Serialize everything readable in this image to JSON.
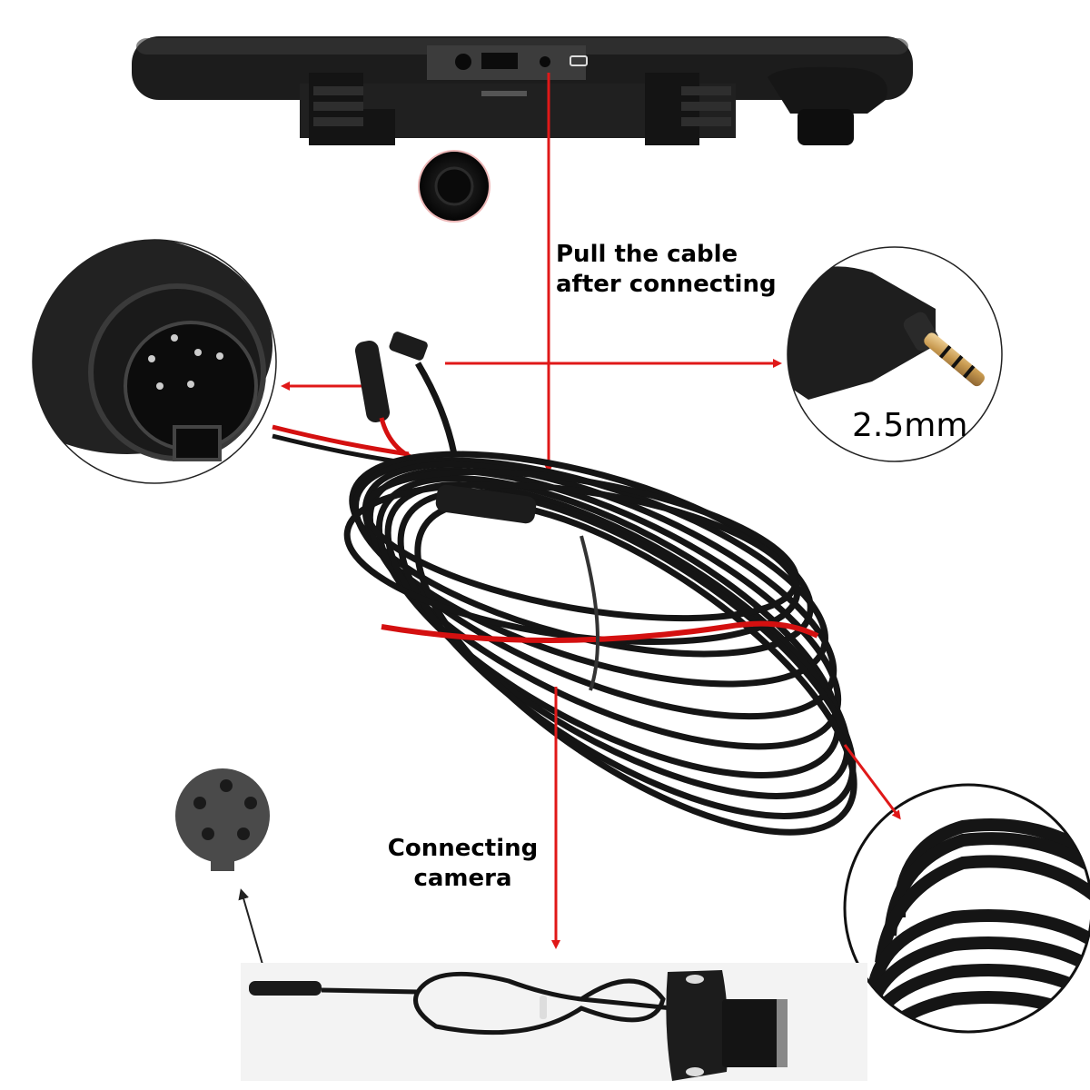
{
  "annotations": {
    "pull_cable_line1": "Pull the cable",
    "pull_cable_line2": "after connecting",
    "connecting_camera_line1": "Connecting",
    "connecting_camera_line2": "camera",
    "jack_size": "2.5mm"
  },
  "colors": {
    "arrow": "#e01818",
    "cable": "#151515",
    "red_wire": "#d41010",
    "gold_plug": "#c89a50",
    "circle_outline": "#222222",
    "background": "#ffffff"
  },
  "components": [
    {
      "name": "rear-view-mirror-dvr",
      "description": "mirror DVR bottom view with ports"
    },
    {
      "name": "camera-lens",
      "description": "round lens detail"
    },
    {
      "name": "5-pin-connector-closeup",
      "description": "5-pin male plug zoom circle"
    },
    {
      "name": "2.5mm-jack-closeup",
      "description": "right-angle 2.5mm gold plug zoom circle"
    },
    {
      "name": "extension-cable-coil",
      "description": "coiled black cable with red wire"
    },
    {
      "name": "cable-coil-closeup",
      "description": "cable texture zoom circle"
    },
    {
      "name": "5-pin-socket-face",
      "description": "female socket pin layout"
    },
    {
      "name": "backup-camera",
      "description": "reversing camera with bracket and cable"
    }
  ]
}
